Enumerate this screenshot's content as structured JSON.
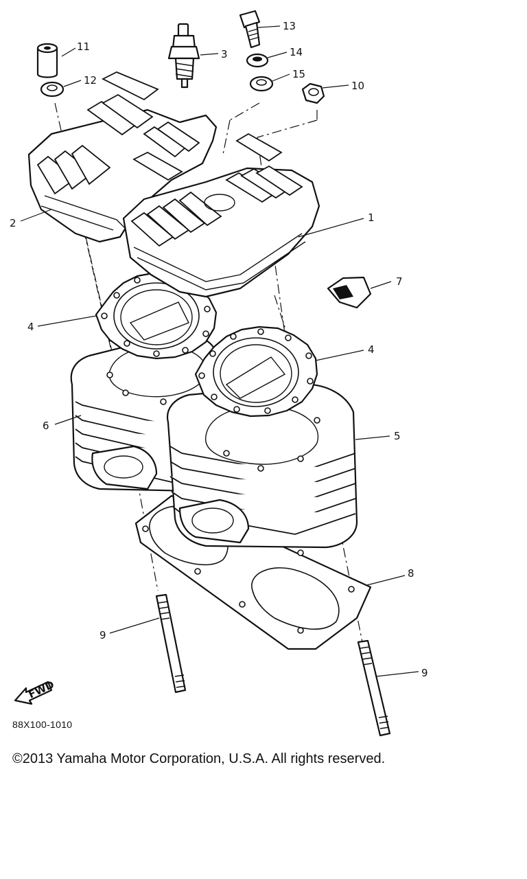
{
  "diagram": {
    "ref_code": "88X100-1010",
    "copyright": "©2013 Yamaha Motor Corporation, U.S.A. All rights reserved.",
    "fwd_label": "FWD",
    "callouts": [
      {
        "id": "c1",
        "text": "1"
      },
      {
        "id": "c2",
        "text": "2"
      },
      {
        "id": "c3",
        "text": "3"
      },
      {
        "id": "c4a",
        "text": "4"
      },
      {
        "id": "c4b",
        "text": "4"
      },
      {
        "id": "c5",
        "text": "5"
      },
      {
        "id": "c6",
        "text": "6"
      },
      {
        "id": "c7",
        "text": "7"
      },
      {
        "id": "c8",
        "text": "8"
      },
      {
        "id": "c9a",
        "text": "9"
      },
      {
        "id": "c9b",
        "text": "9"
      },
      {
        "id": "c10",
        "text": "10"
      },
      {
        "id": "c11",
        "text": "11"
      },
      {
        "id": "c12",
        "text": "12"
      },
      {
        "id": "c13",
        "text": "13"
      },
      {
        "id": "c14",
        "text": "14"
      },
      {
        "id": "c15",
        "text": "15"
      }
    ]
  }
}
